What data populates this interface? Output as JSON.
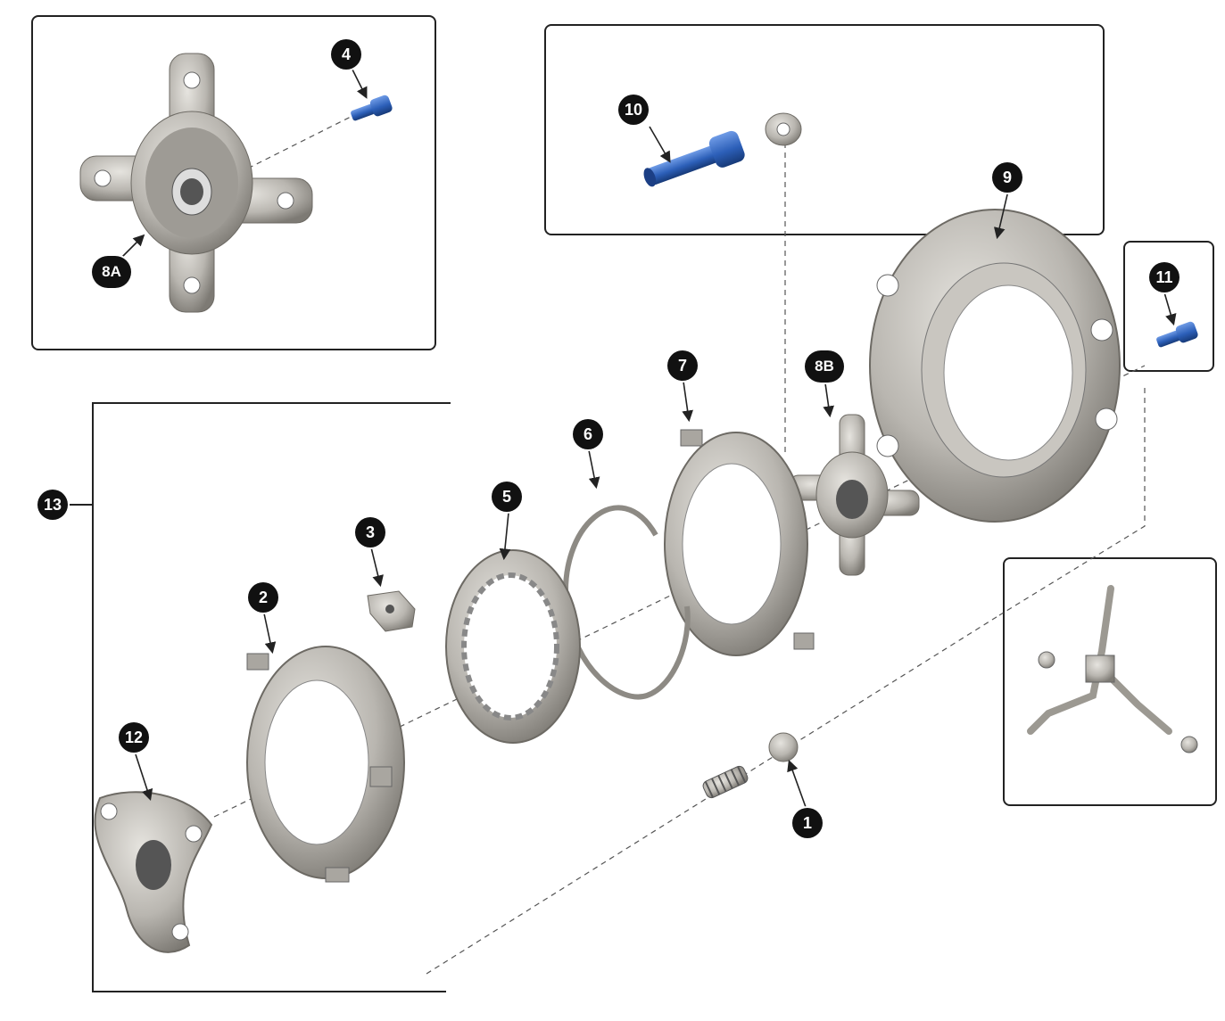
{
  "callouts": {
    "c1": "1",
    "c2": "2",
    "c3": "3",
    "c4": "4",
    "c5": "5",
    "c6": "6",
    "c7": "7",
    "c8a": "8A",
    "c8b": "8B",
    "c9": "9",
    "c10": "10",
    "c11": "11",
    "c12": "12",
    "c13": "13"
  },
  "colors": {
    "metal": "#b9b6b0",
    "metal_dark": "#7d7a74",
    "bolt_blue": "#2c5fb8",
    "callout_fill": "#111111",
    "frame": "#222222"
  }
}
